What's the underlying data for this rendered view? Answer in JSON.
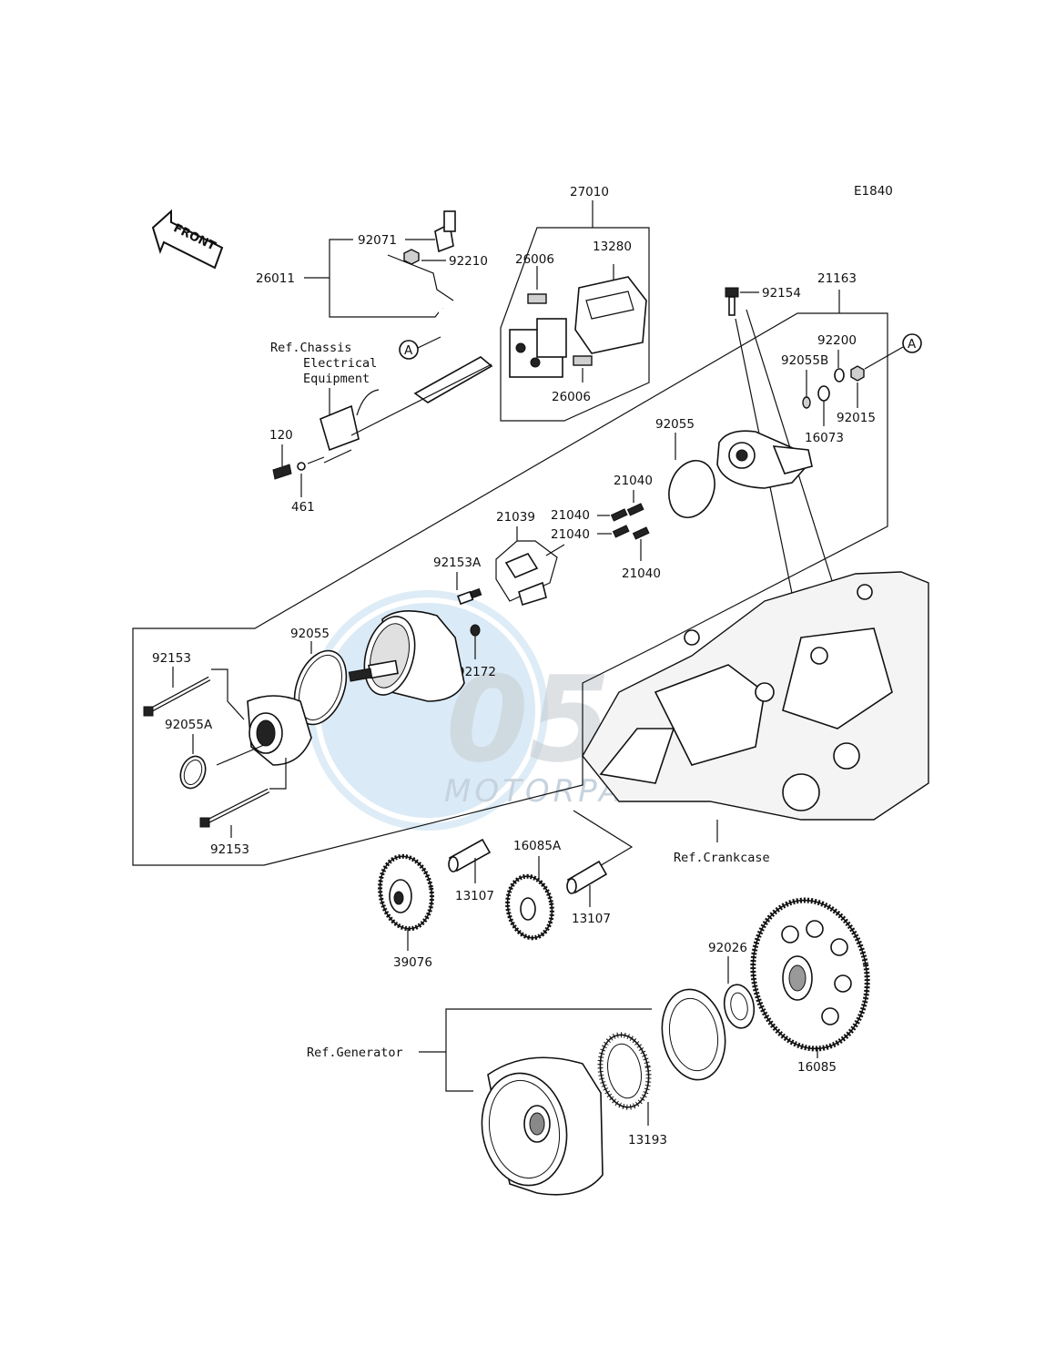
{
  "diagram_code": "E1840",
  "front_label": "FRONT",
  "circle_ref": "A",
  "watermark": {
    "logo": "05",
    "text": "MOTORPARTS"
  },
  "refs": {
    "chassis": [
      "Ref.Chassis",
      "Electrical",
      "Equipment"
    ],
    "crankcase": "Ref.Crankcase",
    "generator": "Ref.Generator"
  },
  "parts": {
    "p27010": "27010",
    "p92071": "92071",
    "p92210": "92210",
    "p26011": "26011",
    "p26006_top": "26006",
    "p13280": "13280",
    "p26006_bot": "26006",
    "p120": "120",
    "p461": "461",
    "p92154": "92154",
    "p21163": "21163",
    "p92200": "92200",
    "p92055B": "92055B",
    "p16073": "16073",
    "p92015": "92015",
    "p92055_upper": "92055",
    "p21040_a": "21040",
    "p21040_b": "21040",
    "p21040_c": "21040",
    "p21040_d": "21040",
    "p21039": "21039",
    "p92153A": "92153A",
    "p92172": "92172",
    "p92055_lower": "92055",
    "p92153_top": "92153",
    "p92055A": "92055A",
    "p92153_bot": "92153",
    "p13107_a": "13107",
    "p16085A": "16085A",
    "p13107_b": "13107",
    "p39076": "39076",
    "p92026": "92026",
    "p16085": "16085",
    "p13193": "13193"
  }
}
